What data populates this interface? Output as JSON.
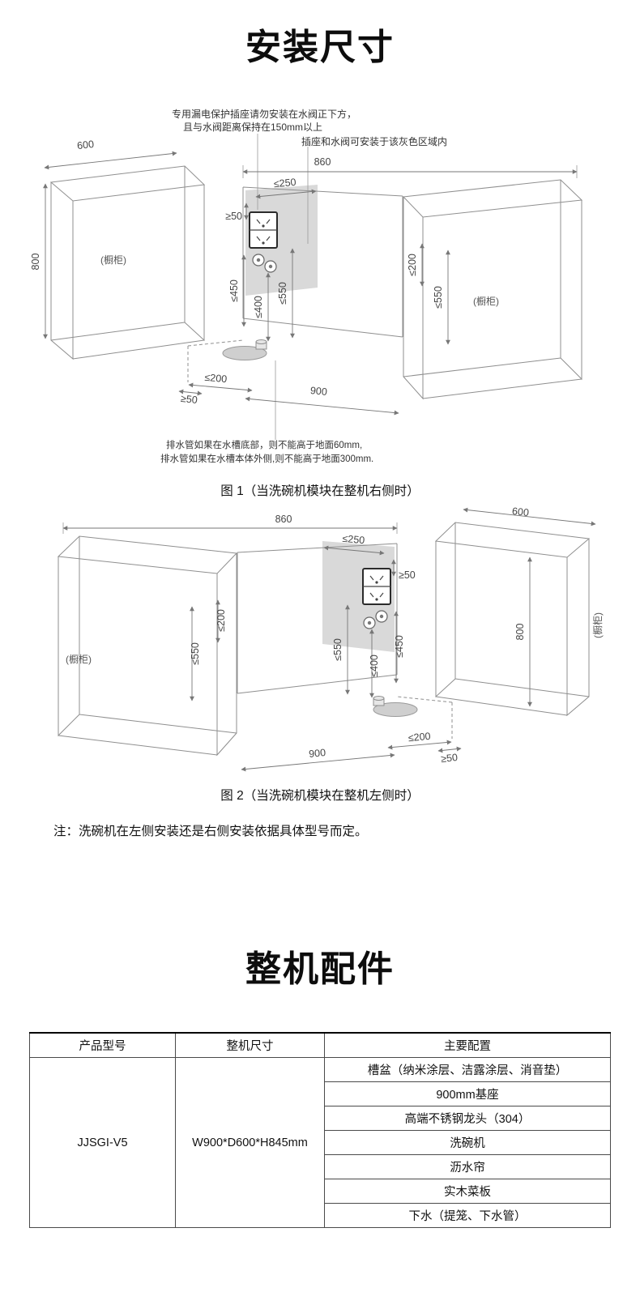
{
  "page": {
    "section1_title": "安装尺寸",
    "section2_title": "整机配件",
    "note": "注：洗碗机在左侧安装还是右侧安装依据具体型号而定。"
  },
  "figure1": {
    "caption": "图 1（当洗碗机模块在整机右侧时）",
    "ann_socket1": "专用漏电保护插座请勿安装在水阀正下方，",
    "ann_socket2": "且与水阀距离保持在150mm以上",
    "ann_gray": "插座和水阀可安装于该灰色区域内",
    "ann_drain1": "排水管如果在水槽底部，则不能高于地面60mm,",
    "ann_drain2": "排水管如果在水槽本体外侧,则不能高于地面300mm.",
    "cabinet_left": "(橱柜)",
    "cabinet_right": "(橱柜)",
    "d600": "600",
    "d860": "860",
    "d800": "800",
    "d250": "≤250",
    "dge50_top": "≥50",
    "d450": "≤450",
    "d400": "≤400",
    "d550_mid": "≤550",
    "d200_right": "≤200",
    "d550_right": "≤550",
    "dge50_bottom": "≥50",
    "d200_bottom": "≤200",
    "d900": "900"
  },
  "figure2": {
    "caption": "图 2（当洗碗机模块在整机左侧时）",
    "cabinet_left": "(橱柜)",
    "cabinet_right": "(橱柜)",
    "d860": "860",
    "d600": "600",
    "d800": "800",
    "d250": "≤250",
    "dge50_top": "≥50",
    "d450": "≤450",
    "d550_mid": "≤550",
    "d400": "≤400",
    "d200_left": "≤200",
    "d550_left": "≤550",
    "d900": "900",
    "d200_bottom": "≤200",
    "dge50_bottom": "≥50"
  },
  "table": {
    "headers": [
      "产品型号",
      "整机尺寸",
      "主要配置"
    ],
    "model": "JJSGI-V5",
    "size": "W900*D600*H845mm",
    "config": [
      "槽盆（纳米涂层、洁露涂层、消音垫）",
      "900mm基座",
      "高端不锈钢龙头（304）",
      "洗碗机",
      "沥水帘",
      "实木菜板",
      "下水（提笼、下水管）"
    ]
  }
}
